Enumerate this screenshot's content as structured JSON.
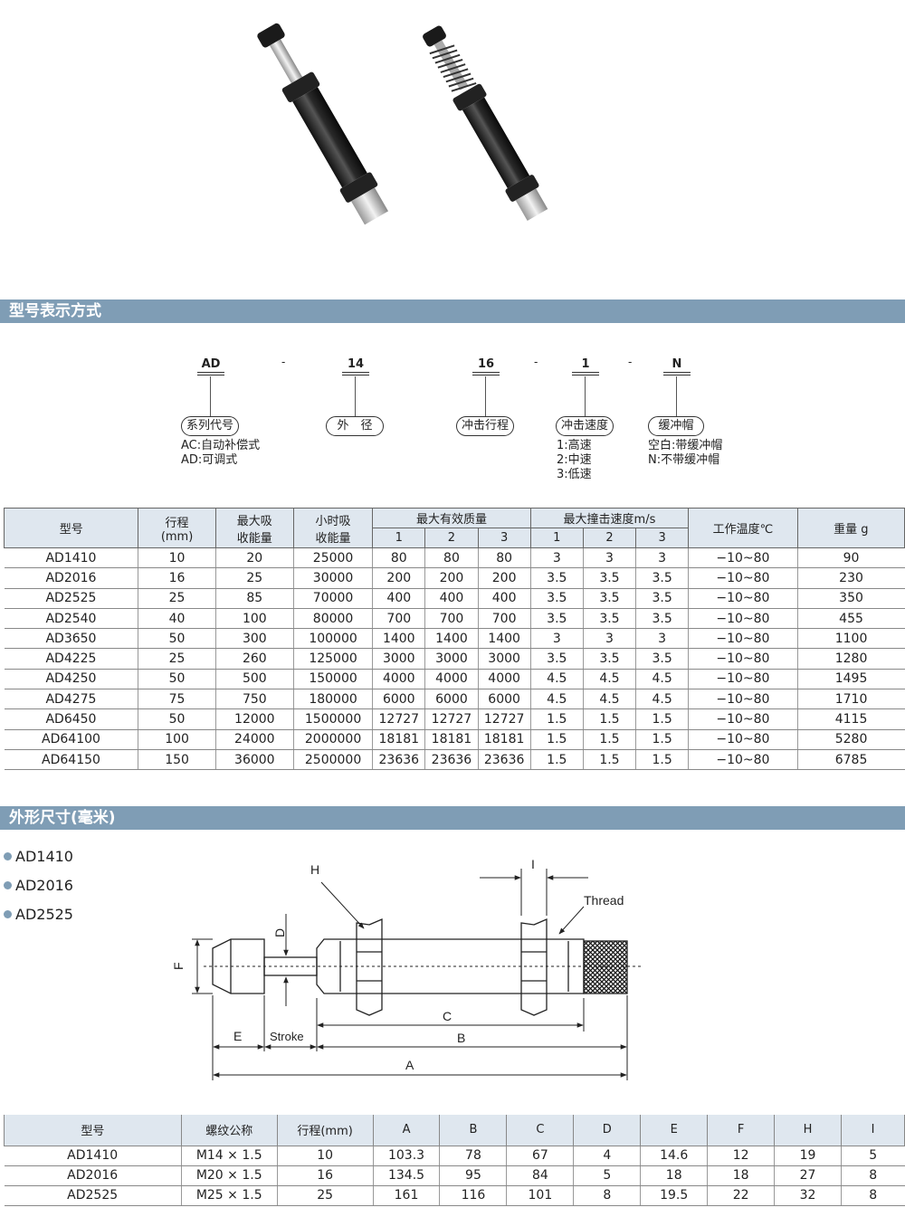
{
  "section1": {
    "title": "型号表示方式"
  },
  "model_code": {
    "parts": [
      {
        "code": "AD",
        "label": "系列代号",
        "desc": [
          "AC:自动补偿式",
          "AD:可调式"
        ]
      },
      {
        "code": "14",
        "label": "外　径",
        "desc": []
      },
      {
        "code": "16",
        "label": "冲击行程",
        "desc": []
      },
      {
        "code": "1",
        "label": "冲击速度",
        "desc": [
          "1:高速",
          "2:中速",
          "3:低速"
        ]
      },
      {
        "code": "N",
        "label": "缓冲帽",
        "desc": [
          "空白:带缓冲帽",
          "N:不带缓冲帽"
        ]
      }
    ],
    "dash": "-"
  },
  "spec_table": {
    "headers": {
      "model": "型号",
      "stroke": [
        "行程",
        "(mm)"
      ],
      "max_energy": [
        "最大吸",
        "收能量"
      ],
      "hour_energy": [
        "小时吸",
        "收能量"
      ],
      "eff_mass": "最大有效质量",
      "impact_speed": "最大撞击速度m/s",
      "sub": [
        "1",
        "2",
        "3"
      ],
      "temp": "工作温度℃",
      "weight": "重量 g"
    },
    "rows": [
      [
        "AD1410",
        "10",
        "20",
        "25000",
        "80",
        "80",
        "80",
        "3",
        "3",
        "3",
        "−10~80",
        "90"
      ],
      [
        "AD2016",
        "16",
        "25",
        "30000",
        "200",
        "200",
        "200",
        "3.5",
        "3.5",
        "3.5",
        "−10~80",
        "230"
      ],
      [
        "AD2525",
        "25",
        "85",
        "70000",
        "400",
        "400",
        "400",
        "3.5",
        "3.5",
        "3.5",
        "−10~80",
        "350"
      ],
      [
        "AD2540",
        "40",
        "100",
        "80000",
        "700",
        "700",
        "700",
        "3.5",
        "3.5",
        "3.5",
        "−10~80",
        "455"
      ],
      [
        "AD3650",
        "50",
        "300",
        "100000",
        "1400",
        "1400",
        "1400",
        "3",
        "3",
        "3",
        "−10~80",
        "1100"
      ],
      [
        "AD4225",
        "25",
        "260",
        "125000",
        "3000",
        "3000",
        "3000",
        "3.5",
        "3.5",
        "3.5",
        "−10~80",
        "1280"
      ],
      [
        "AD4250",
        "50",
        "500",
        "150000",
        "4000",
        "4000",
        "4000",
        "4.5",
        "4.5",
        "4.5",
        "−10~80",
        "1495"
      ],
      [
        "AD4275",
        "75",
        "750",
        "180000",
        "6000",
        "6000",
        "6000",
        "4.5",
        "4.5",
        "4.5",
        "−10~80",
        "1710"
      ],
      [
        "AD6450",
        "50",
        "12000",
        "1500000",
        "12727",
        "12727",
        "12727",
        "1.5",
        "1.5",
        "1.5",
        "−10~80",
        "4115"
      ],
      [
        "AD64100",
        "100",
        "24000",
        "2000000",
        "18181",
        "18181",
        "18181",
        "1.5",
        "1.5",
        "1.5",
        "−10~80",
        "5280"
      ],
      [
        "AD64150",
        "150",
        "36000",
        "2500000",
        "23636",
        "23636",
        "23636",
        "1.5",
        "1.5",
        "1.5",
        "−10~80",
        "6785"
      ]
    ]
  },
  "section2": {
    "title": "外形尺寸(毫米)"
  },
  "models_list": [
    "AD1410",
    "AD2016",
    "AD2525"
  ],
  "drawing_labels": {
    "H": "H",
    "I": "I",
    "thread": "Thread",
    "D": "D",
    "F": "F",
    "C": "C",
    "E": "E",
    "stroke": "Stroke",
    "B": "B",
    "A": "A"
  },
  "dim_table": {
    "headers": [
      "型号",
      "螺纹公称",
      "行程(mm)",
      "A",
      "B",
      "C",
      "D",
      "E",
      "F",
      "H",
      "I"
    ],
    "rows": [
      [
        "AD1410",
        "M14 × 1.5",
        "10",
        "103.3",
        "78",
        "67",
        "4",
        "14.6",
        "12",
        "19",
        "5"
      ],
      [
        "AD2016",
        "M20 × 1.5",
        "16",
        "134.5",
        "95",
        "84",
        "5",
        "18",
        "18",
        "27",
        "8"
      ],
      [
        "AD2525",
        "M25 × 1.5",
        "25",
        "161",
        "116",
        "101",
        "8",
        "19.5",
        "22",
        "32",
        "8"
      ]
    ]
  }
}
